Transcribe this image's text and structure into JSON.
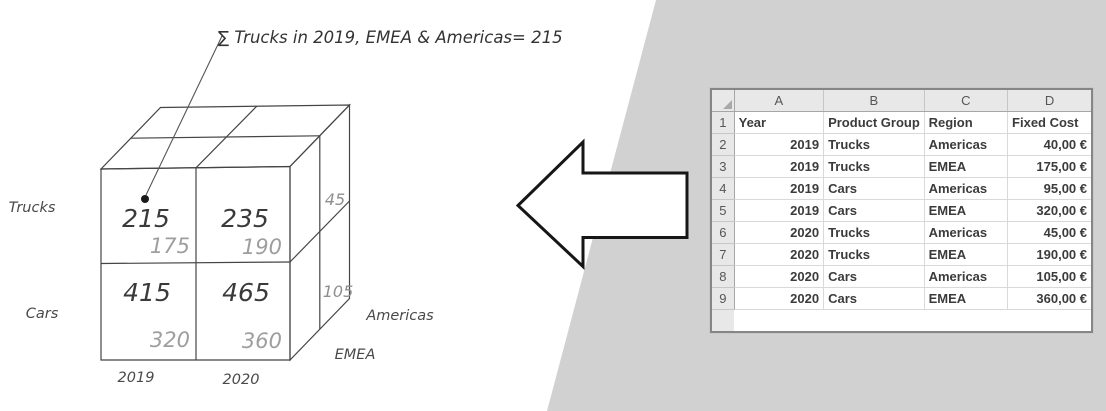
{
  "scene": {
    "annotation": "∑ Trucks in 2019, EMEA & Americas= 215"
  },
  "cube": {
    "axis_labels": {
      "product_top": "Trucks",
      "product_bottom": "Cars",
      "year_left": "2019",
      "year_right": "2020",
      "region_front": "EMEA",
      "region_back": "Americas"
    },
    "front_values": {
      "trucks_2019": "215",
      "trucks_2020": "235",
      "cars_2019": "415",
      "cars_2020": "465"
    },
    "secondary_values": {
      "trucks_2019": "175",
      "trucks_2020": "190",
      "cars_2019": "320",
      "cars_2020": "360"
    },
    "side_values": {
      "trucks": "45",
      "cars": "105"
    }
  },
  "table": {
    "column_letters": [
      "A",
      "B",
      "C",
      "D"
    ],
    "header_row": {
      "num": "1",
      "year": "Year",
      "product": "Product Group",
      "region": "Region",
      "cost": "Fixed Cost"
    },
    "rows": [
      {
        "num": "2",
        "year": "2019",
        "product": "Trucks",
        "region": "Americas",
        "cost": "40,00 €"
      },
      {
        "num": "3",
        "year": "2019",
        "product": "Trucks",
        "region": "EMEA",
        "cost": "175,00 €"
      },
      {
        "num": "4",
        "year": "2019",
        "product": "Cars",
        "region": "Americas",
        "cost": "95,00 €"
      },
      {
        "num": "5",
        "year": "2019",
        "product": "Cars",
        "region": "EMEA",
        "cost": "320,00 €"
      },
      {
        "num": "6",
        "year": "2020",
        "product": "Trucks",
        "region": "Americas",
        "cost": "45,00 €"
      },
      {
        "num": "7",
        "year": "2020",
        "product": "Trucks",
        "region": "EMEA",
        "cost": "190,00 €"
      },
      {
        "num": "8",
        "year": "2020",
        "product": "Cars",
        "region": "Americas",
        "cost": "105,00 €"
      },
      {
        "num": "9",
        "year": "2020",
        "product": "Cars",
        "region": "EMEA",
        "cost": "360,00 €"
      }
    ]
  },
  "colors": {
    "background_panel": "#d1d1d1",
    "cube_side_face": "#d4d4d4",
    "cube_line": "#454545",
    "secondary_value_text": "#9e9e9e",
    "table_header_bg": "#e8e8e8",
    "arrow_fill": "#ffffff",
    "arrow_stroke": "#161616"
  }
}
